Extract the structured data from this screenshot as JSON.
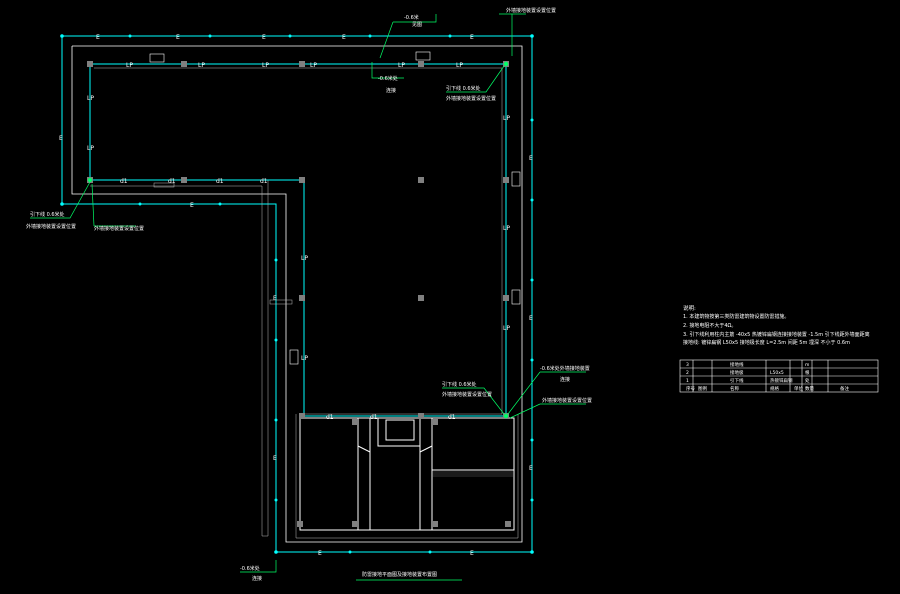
{
  "drawing": {
    "labels": {
      "top_callout": "-0.6米",
      "top_callout_sub": "见图",
      "top_right_callout": "外墙接地装置设置位置",
      "top_mid_callout": "-0.6米处",
      "top_mid_callout_sub": "连接",
      "right_upper_callout": "引下线 0.6米处",
      "right_upper_callout_sub": "外墙接地装置设置位置",
      "left_callout": "引下线 0.6米处",
      "left_callout_sub": "外墙接地装置设置位置",
      "left_callout_2": "外墙接地装置设置位置",
      "right_lower_callout": "引下线 0.6米处",
      "right_lower_callout_sub": "外墙接地装置设置位置",
      "right_mid_callout": "-0.6米处外墙接地装置",
      "right_mid_callout_sub": "连接",
      "right_bottom_callout": "外墙接地装置设置位置",
      "bottom_callout": "-0.6米处",
      "bottom_callout_sub": "连接",
      "bottom_title": "防雷接地平面图及接地装置布置图",
      "wire_e": "E",
      "wire_lp": "LP",
      "wire_d1": "d1"
    },
    "notes": {
      "heading": "说明:",
      "lines": [
        "1. 本建筑物按第三类防雷建筑物设置防雷措施。",
        "2. 接地电阻不大于4Ω。",
        "3. 引下线利用柱内主筋 -40x5 热镀锌扁钢连接接地装置 -1.5m 引下线距外墙面距离",
        "接地线: 镀锌扁钢 L50x5 接地极长度 L=2.5m 间距 5m 埋深 不小于 0.6m"
      ]
    },
    "legend": {
      "rows": [
        [
          "3",
          "",
          "接地线",
          "",
          "",
          "m",
          ""
        ],
        [
          "2",
          "",
          "接地极",
          "L50x5",
          "",
          "根",
          ""
        ],
        [
          "1",
          "",
          "引下线",
          "热镀锌扁钢",
          "",
          "处",
          ""
        ],
        [
          "序号",
          "图例",
          "名称",
          "规格",
          "单位",
          "数量",
          "备注"
        ]
      ]
    },
    "colors": {
      "background": "#000000",
      "wire": "#00ffff",
      "wall": "#ffffff",
      "leader": "#00ff66",
      "column": "#808080"
    }
  }
}
